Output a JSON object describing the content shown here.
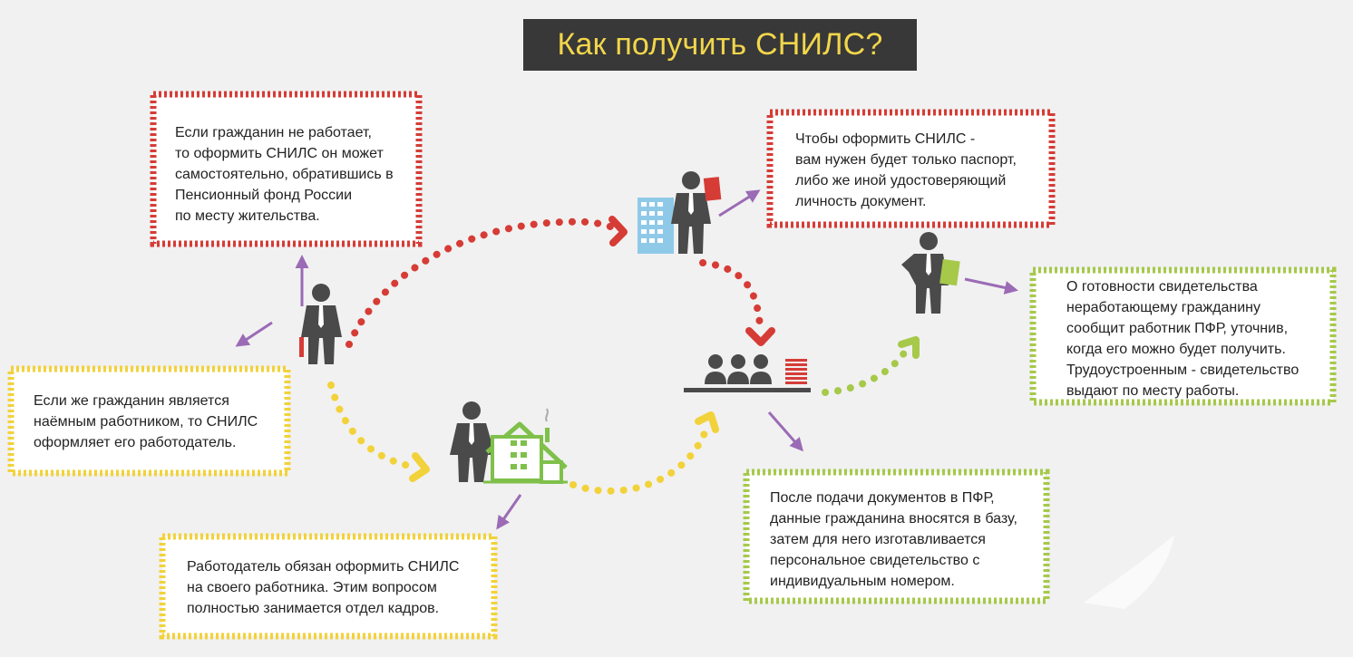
{
  "title": "Как получить СНИЛС?",
  "colors": {
    "red": "#d63c36",
    "yellow": "#f2d23a",
    "green": "#a6c94a",
    "purple": "#9b6bb5",
    "figure": "#4a4a4a",
    "building": "#8fc9e8",
    "house": "#7fc04a"
  },
  "notes": {
    "unemployed": "Если гражданин не работает,\nто оформить СНИЛС он может\nсамостоятельно, обратившись в\nПенсионный фонд России\nпо месту жительства.",
    "passport": "Чтобы оформить СНИЛС -\nвам нужен будет только паспорт,\nлибо же иной удостоверяющий\nличность документ.",
    "employed": "Если же гражданин является\nнаёмным работником, то СНИЛС\nоформляет его работодатель.",
    "employer": "Работодатель обязан оформить СНИЛС\nна своего работника. Этим вопросом\nполностью занимается отдел кадров.",
    "database": "После подачи документов в ПФР,\nданные гражданина вносятся в базу,\nзатем для него изготавливается\nперсональное свидетельство с\nиндивидуальным номером.",
    "ready": "О готовности свидетельства\nнеработающему гражданину\nсообщит работник ПФР, уточнив,\nкогда его можно будет получить.\nТрудоустроенным - свидетельство\nвыдают по месту работы."
  },
  "icons": {
    "citizen": "person-with-tie-icon",
    "pfr_office": "building-with-person-icon",
    "employer": "house-with-person-icon",
    "processing": "group-at-desk-icon",
    "issued": "person-with-document-icon"
  }
}
